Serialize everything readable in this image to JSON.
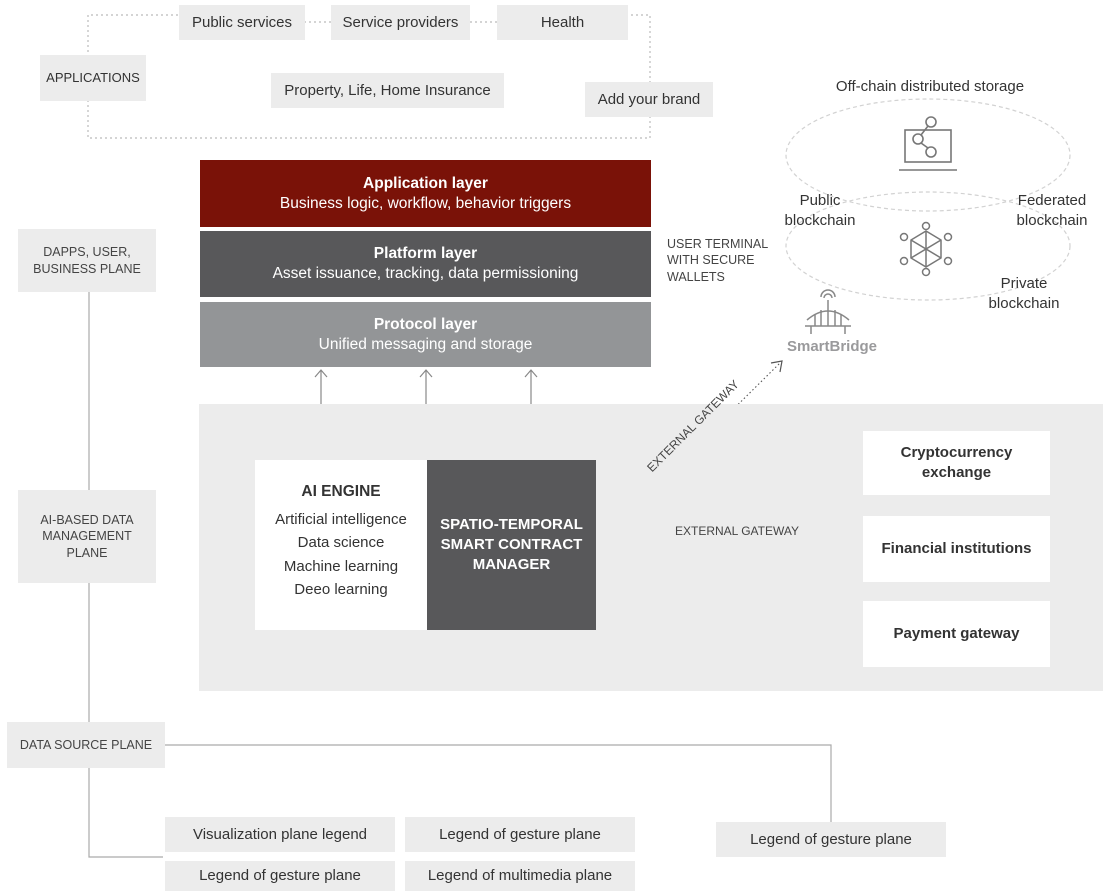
{
  "applications": {
    "label": "APPLICATIONS",
    "items": [
      "Public services",
      "Service providers",
      "Health",
      "Property, Life, Home Insurance",
      "Add your brand"
    ]
  },
  "planes": {
    "dapps": "DAPPS, USER, BUSINESS PLANE",
    "ai_data": "AI-BASED DATA MANAGEMENT PLANE",
    "data_source": "DATA SOURCE PLANE"
  },
  "layers": {
    "application": {
      "title": "Application layer",
      "subtitle": "Business logic, workflow, behavior triggers",
      "color": "#7a1208"
    },
    "platform": {
      "title": "Platform layer",
      "subtitle": "Asset issuance, tracking, data permissioning",
      "color": "#58585a"
    },
    "protocol": {
      "title": "Protocol layer",
      "subtitle": "Unified messaging and storage",
      "color": "#939597"
    }
  },
  "user_terminal": "USER TERMINAL WITH SECURE WALLETS",
  "storage": {
    "title": "Off-chain distributed storage",
    "public": "Public blockchain",
    "federated": "Federated blockchain",
    "private": "Private blockchain"
  },
  "smartbridge": "SmartBridge",
  "ai_engine": {
    "title": "AI ENGINE",
    "items": [
      "Artificial intelligence",
      "Data science",
      "Machine learning",
      "Deeo learning"
    ]
  },
  "manager": "SPATIO-TEMPORAL SMART CONTRACT MANAGER",
  "gateways": {
    "diagonal": "EXTERNAL GATEWAY",
    "horizontal": "EXTERNAL GATEWAY"
  },
  "services": [
    "Cryptocurrency exchange",
    "Financial institutions",
    "Payment gateway"
  ],
  "legends": {
    "visualization": "Visualization plane legend",
    "gesture_1": "Legend of gesture plane",
    "gesture_2": "Legend of gesture plane",
    "multimedia": "Legend of multimedia plane",
    "gesture_3": "Legend of gesture plane"
  },
  "colors": {
    "box_gray": "#ececec",
    "application": "#7a1208",
    "platform": "#58585a",
    "protocol": "#939597",
    "manager": "#58585a"
  }
}
